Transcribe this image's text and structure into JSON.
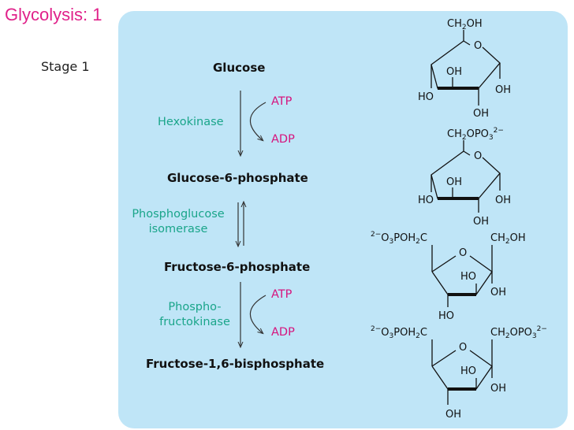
{
  "slide_title": "Glycolysis: 1",
  "stage": "Stage 1",
  "metabolites": {
    "glucose": "Glucose",
    "g6p": "Glucose-6-phosphate",
    "f6p": "Fructose-6-phosphate",
    "f16bp": "Fructose-1,6-bisphosphate"
  },
  "enzymes": {
    "hexokinase": "Hexokinase",
    "pgi_line1": "Phosphoglucose",
    "pgi_line2": "isomerase",
    "pfk_line1": "Phospho-",
    "pfk_line2": "fructokinase"
  },
  "cofactors": {
    "atp1": "ATP",
    "adp1": "ADP",
    "atp2": "ATP",
    "adp2": "ADP"
  },
  "structures": {
    "glucose": {
      "top": "CH2OH",
      "ring_o": "O",
      "c3": "OH",
      "c1": "OH",
      "c4": "HO",
      "c2": "OH"
    },
    "g6p": {
      "top": "CH2OPO32−",
      "ring_o": "O",
      "c3": "OH",
      "c1": "OH",
      "c4": "HO",
      "c2": "OH"
    },
    "f6p": {
      "left": "2−O3POH2C",
      "right": "CH2OH",
      "ring_o": "O",
      "ho_in": "HO",
      "oh_r": "OH",
      "ho_b": "HO"
    },
    "f16bp": {
      "left": "2−O3POH2C",
      "right": "CH2OPO32−",
      "ring_o": "O",
      "ho_in": "HO",
      "oh_r": "OH",
      "oh_b": "OH"
    }
  },
  "colors": {
    "title": "#e0218a",
    "panel": "#bfe5f7",
    "enzyme": "#1aa58a",
    "cofactor": "#d6147d"
  }
}
